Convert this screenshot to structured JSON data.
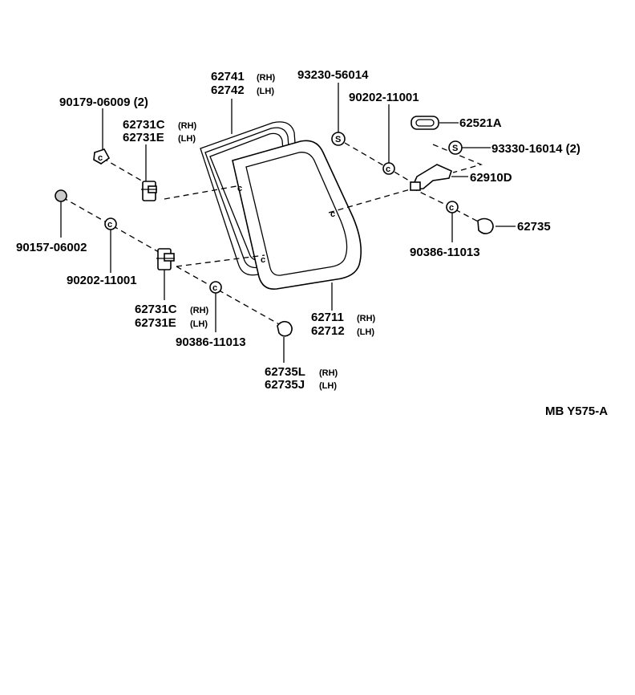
{
  "callouts": {
    "frame_rh": "62741",
    "frame_rh_side": "(RH)",
    "frame_lh": "62742",
    "frame_lh_side": "(LH)",
    "screw_top": "93230-56014",
    "bolt_top_left": "90179-06009 (2)",
    "nut_right_top": "90202-11001",
    "hinge_upper_rh": "62731C",
    "hinge_upper_rh_side": "(RH)",
    "hinge_upper_lh": "62731E",
    "hinge_upper_lh_side": "(LH)",
    "lock_cover": "62521A",
    "screw_right": "93330-16014 (2)",
    "latch": "62910D",
    "cushion_right": "62735",
    "nut_right_bottom": "90386-11013",
    "grommet_left": "90157-06002",
    "nut_left": "90202-11001",
    "glass_rh": "62711",
    "glass_rh_side": "(RH)",
    "glass_lh": "62712",
    "glass_lh_side": "(LH)",
    "hinge_lower_rh": "62731C",
    "hinge_lower_rh_side": "(RH)",
    "hinge_lower_lh": "62731E",
    "hinge_lower_lh_side": "(LH)",
    "nut_bottom": "90386-11013",
    "cushion_bottom_rh": "62735L",
    "cushion_bottom_rh_side": "(RH)",
    "cushion_bottom_lh": "62735J",
    "cushion_bottom_lh_side": "(LH)",
    "screw_symbol": "S",
    "glass_c_mark": "c"
  },
  "diagram_code": "MB  Y575-A",
  "colors": {
    "line": "#000000",
    "background": "#ffffff"
  }
}
